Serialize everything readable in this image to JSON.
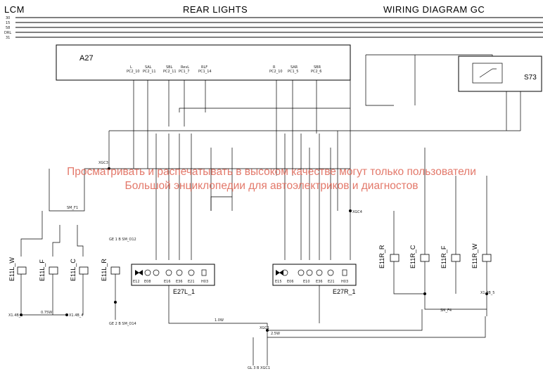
{
  "header": {
    "left": "LCM",
    "center": "REAR LIGHTS",
    "right": "WIRING DIAGRAM GC"
  },
  "rails": [
    "30",
    "15",
    "58",
    "DRL",
    "31"
  ],
  "modules": {
    "a27": "A27",
    "s73": "S73",
    "e27l": "E27L_1",
    "e27r": "E27R_1"
  },
  "side_units": [
    "E11L_W",
    "E11L_F",
    "E11L_C",
    "E11L_R",
    "E11R_R",
    "E11R_C",
    "E11R_F",
    "E11R_W"
  ],
  "a27_pins": [
    {
      "label": "L",
      "pin": "PC2_10"
    },
    {
      "label": "SAL",
      "pin": "PC2_11"
    },
    {
      "label": "SBL",
      "pin": "PC2_11"
    },
    {
      "label": "RevL",
      "pin": "PC1_7"
    },
    {
      "label": "RLF",
      "pin": "PC1_14"
    },
    {
      "label": "R",
      "pin": "PC2_10"
    },
    {
      "label": "SAR",
      "pin": "PC1_5"
    },
    {
      "label": "SBR",
      "pin": "PC2_6"
    }
  ],
  "e27l_pins": [
    "E12",
    "E08",
    "E16",
    "E36",
    "E21",
    "H03"
  ],
  "e27r_pins": [
    "E15",
    "E06",
    "E10",
    "E36",
    "E21",
    "H03"
  ],
  "labels": {
    "gnd1": "X1.4B_1",
    "gnd2": "X1.4B_4",
    "gnd3": "X1.4B_5",
    "xgc1": "XGC1",
    "xgc3": "XGC3",
    "xgc4": "XGC4",
    "w1": "0.75W",
    "w2": "1.0W",
    "w3": "2.5W",
    "split_l": "SM_F1",
    "split_r": "SM_F4",
    "gb1": "GE 1 B\nSM_O12",
    "gb2": "GE 2 B\nSM_O14",
    "gnd_bottom": "GL 3 B\nXGC1"
  },
  "watermark": {
    "line1": "Просматривать и распечатывать в высоком качестве могут только пользователи",
    "line2": "Большой энциклопедии для автоэлектриков и диагностов"
  }
}
